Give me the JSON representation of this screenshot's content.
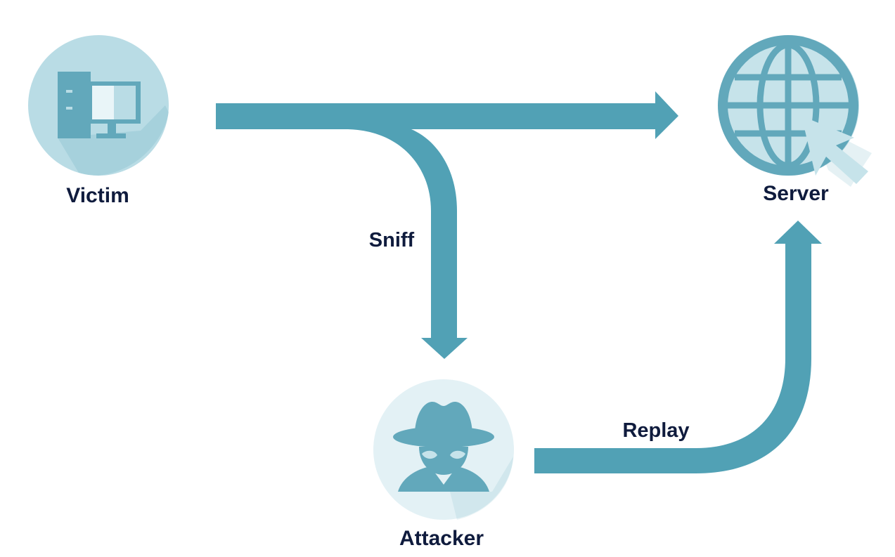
{
  "colors": {
    "arrow": "#51a1b5",
    "label_text": "#0f1b3d",
    "circle_victim": "#b9dce5",
    "circle_server": "#c6e3ea",
    "circle_attacker": "#e3f1f5",
    "icon_dark": "#62a8bb",
    "icon_light": "#e9f5f8"
  },
  "nodes": {
    "victim": {
      "label": "Victim",
      "icon": "desktop-computer-icon"
    },
    "server": {
      "label": "Server",
      "icon": "globe-cursor-icon"
    },
    "attacker": {
      "label": "Attacker",
      "icon": "spy-hat-icon"
    }
  },
  "edges": {
    "send": {
      "label": ""
    },
    "sniff": {
      "label": "Sniff"
    },
    "replay": {
      "label": "Replay"
    }
  }
}
